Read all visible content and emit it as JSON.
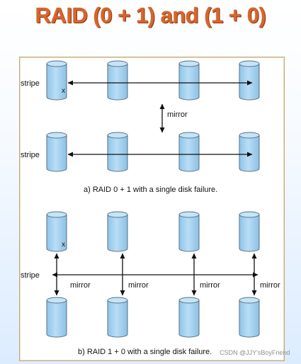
{
  "title": "RAID (0 + 1) and (1 + 0)",
  "diagram_a": {
    "stripe_label": "stripe",
    "mirror_label": "mirror",
    "failed_disk_mark": "x",
    "caption": "a) RAID 0 + 1 with a single disk failure."
  },
  "diagram_b": {
    "stripe_label": "stripe",
    "mirror_label": "mirror",
    "failed_disk_mark": "x",
    "caption": "b) RAID 1 + 0 with a single disk failure."
  },
  "watermark": "CSDN @JJY'sBoyFriend",
  "colors": {
    "title": "#d9642a",
    "disk_fill": "#a9d6f2",
    "disk_stroke": "#5a6f80",
    "frame_border": "#c9a875"
  }
}
